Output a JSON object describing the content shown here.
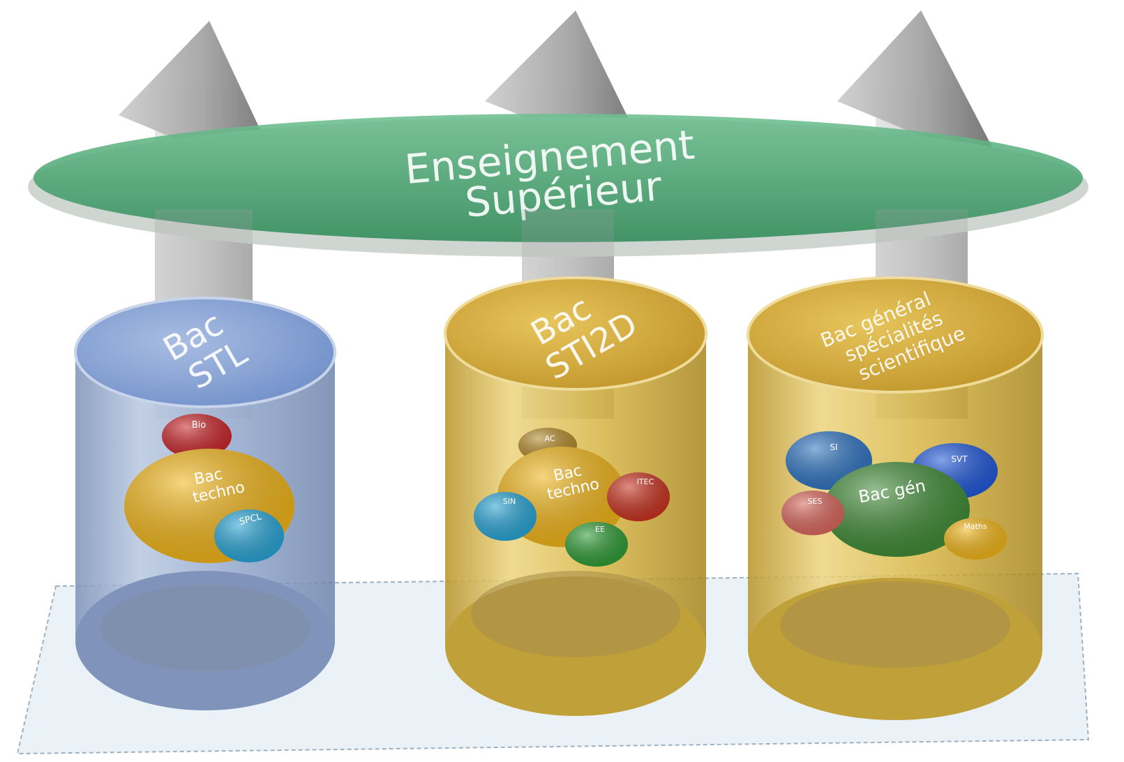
{
  "ellipse_title": {
    "line1": "Enseignement",
    "line2": "Supérieur",
    "color": "#4a9f6e"
  },
  "cylinders": [
    {
      "id": "stl",
      "color": "#9db0cf",
      "top_label": [
        "Bac",
        "STL"
      ],
      "center_bubble": {
        "label": [
          "Bac",
          "techno"
        ],
        "color": "#f0b417"
      },
      "bubbles": [
        {
          "label": "Bio",
          "color": "#c8262a"
        },
        {
          "label": "SPCL",
          "color": "#28a3d4"
        }
      ]
    },
    {
      "id": "sti2d",
      "color": "#d9b646",
      "top_label": [
        "Bac",
        "STI2D"
      ],
      "center_bubble": {
        "label": [
          "Bac",
          "techno"
        ],
        "color": "#f0b417"
      },
      "bubbles": [
        {
          "label": "AC",
          "color": "#b48a2a"
        },
        {
          "label": "ITEC",
          "color": "#c6321f"
        },
        {
          "label": "SIN",
          "color": "#28a3d4"
        },
        {
          "label": "EE",
          "color": "#2e9a35"
        }
      ]
    },
    {
      "id": "general",
      "color": "#d9b646",
      "top_label": [
        "Bac général",
        "spécialités",
        "scientifique"
      ],
      "center_bubble": {
        "label": [
          "Bac gén"
        ],
        "color": "#3f8a35"
      },
      "bubbles": [
        {
          "label": "SI",
          "color": "#2f73c0"
        },
        {
          "label": "SVT",
          "color": "#1f57d8"
        },
        {
          "label": "SES",
          "color": "#d8665c"
        },
        {
          "label": "Maths",
          "color": "#f0b417"
        }
      ]
    }
  ]
}
